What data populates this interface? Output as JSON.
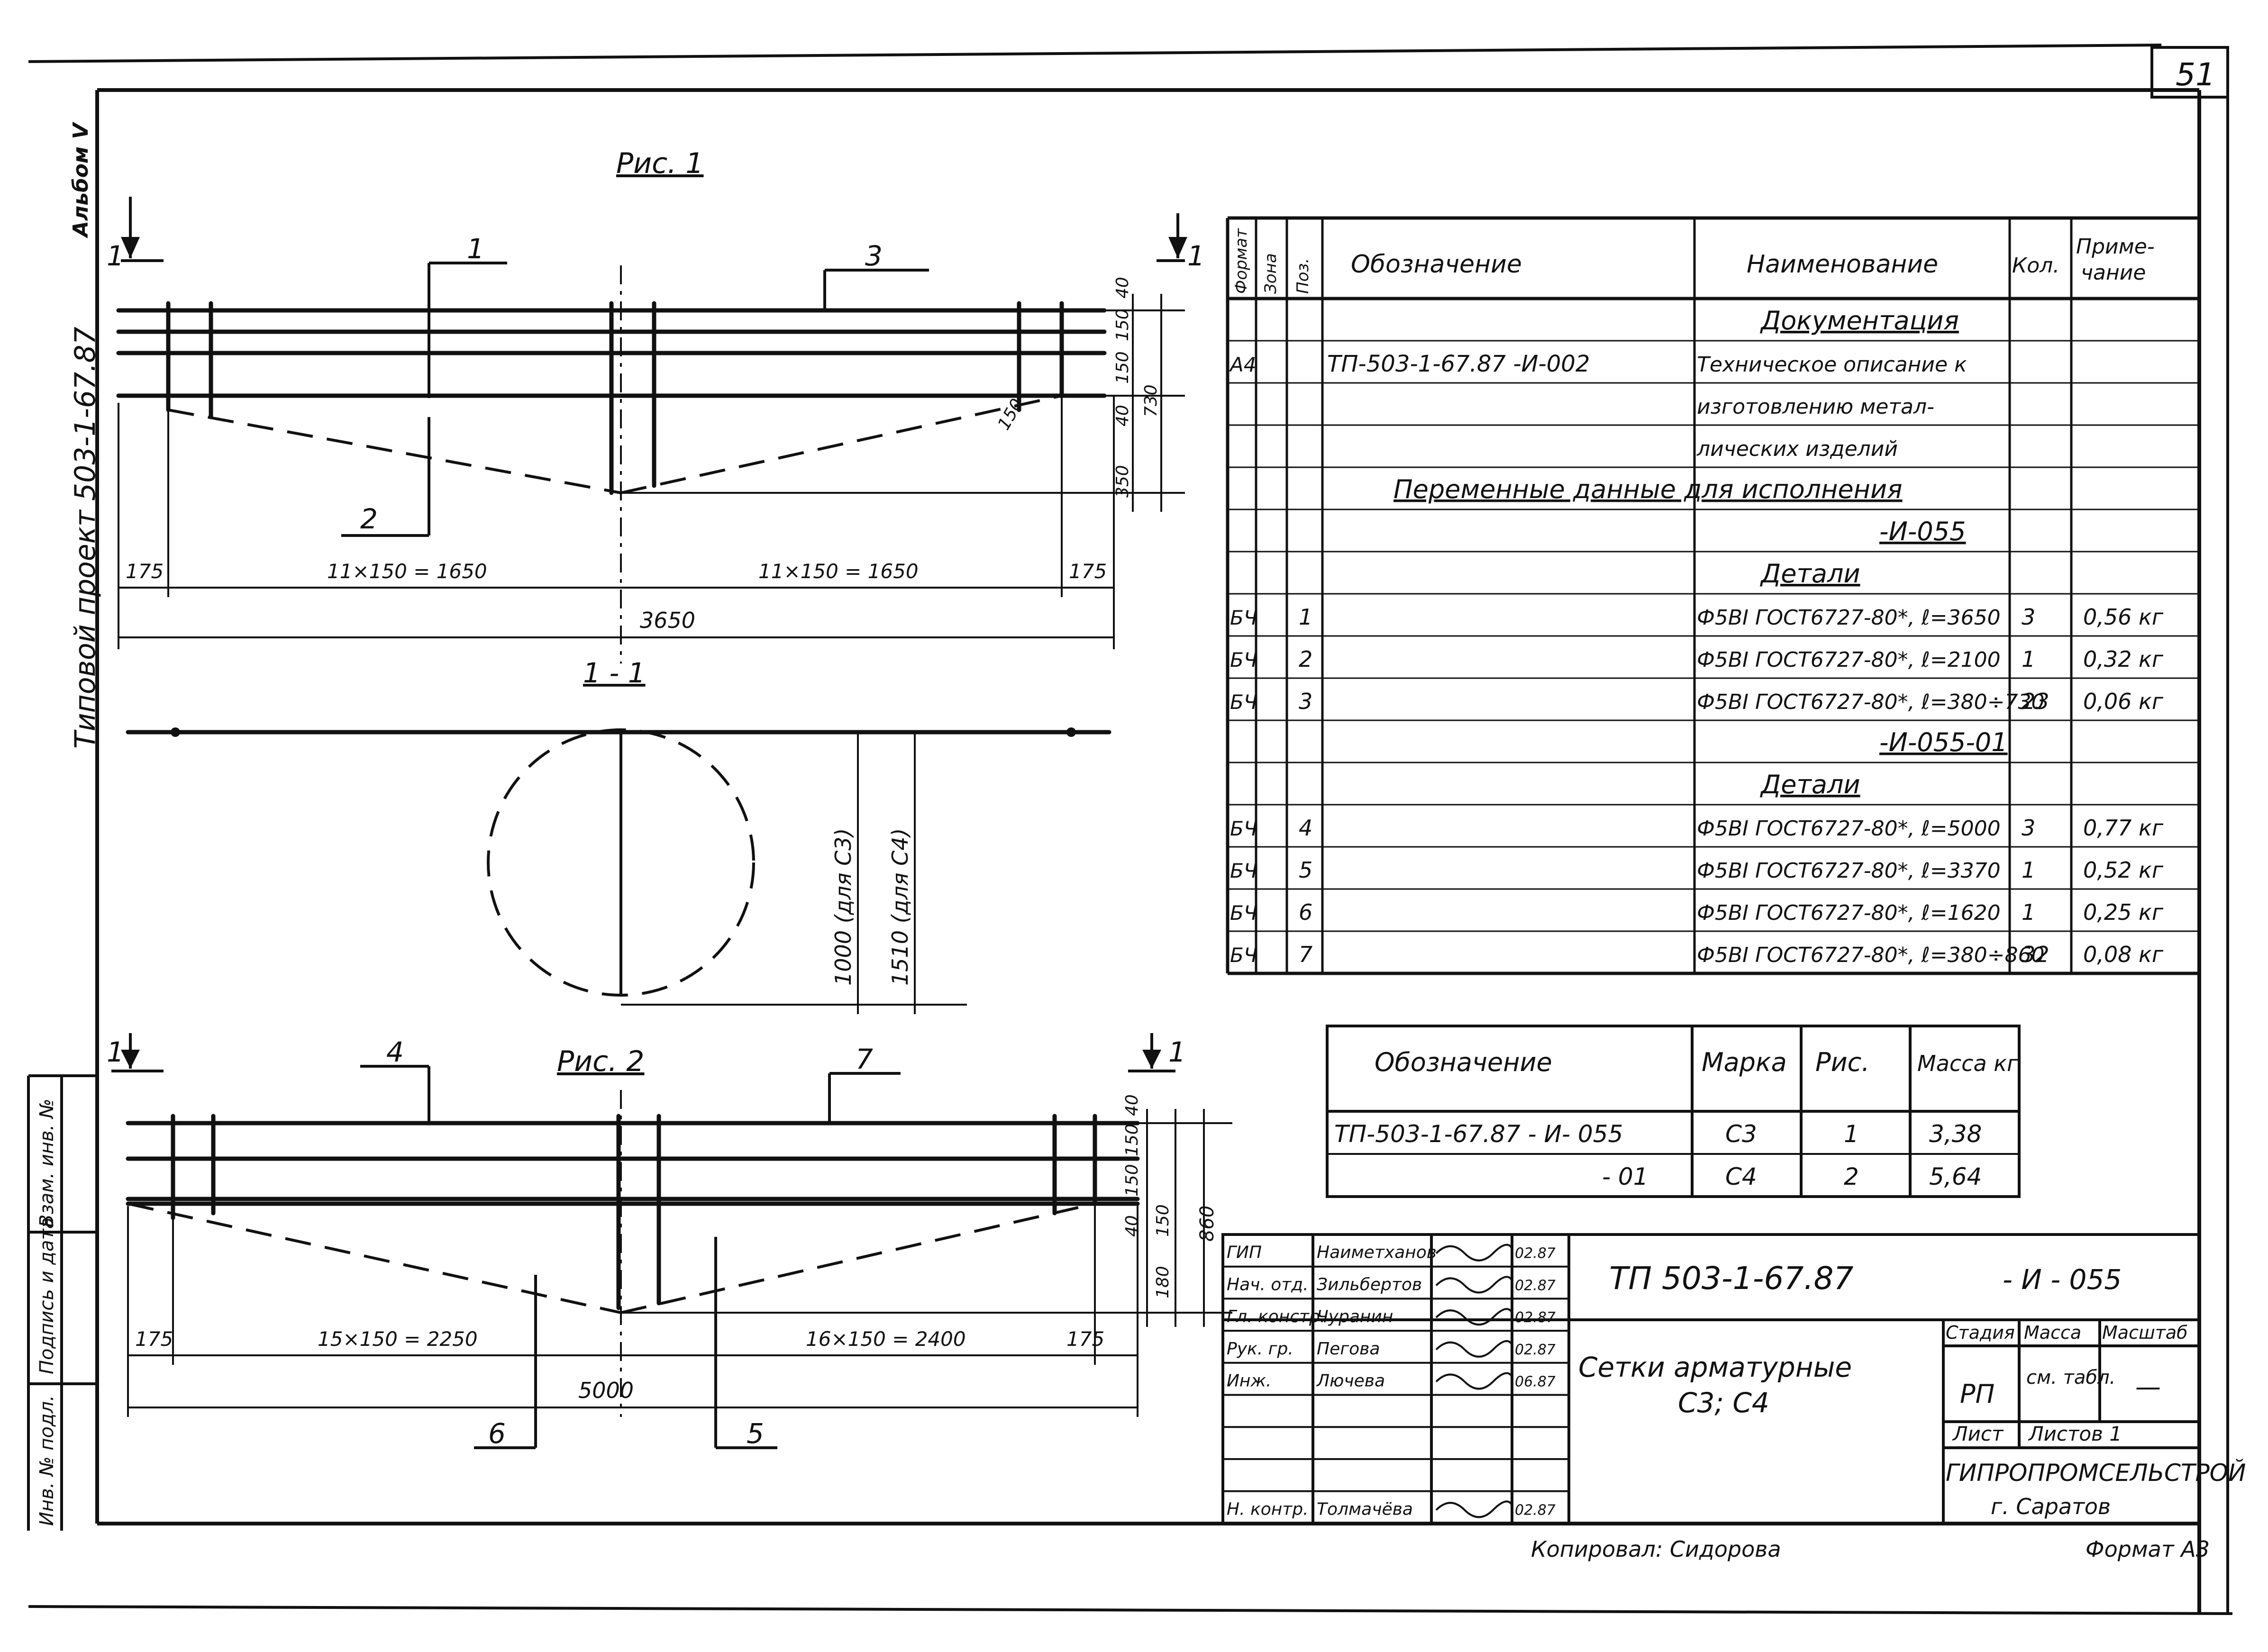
{
  "sheet": {
    "page_number": "51",
    "album": "Альбом V",
    "side_project": "Типовой проект 503-1-67.87",
    "stamp_left": [
      "Инв. № подл.",
      "Подпись и дата",
      "Взам. инв. №"
    ],
    "copied": "Копировал: Сидорова",
    "format": "Формат А3"
  },
  "fig1": {
    "title": "Рис. 1",
    "section_marks": [
      "1",
      "1"
    ],
    "pos_labels": [
      "1",
      "2",
      "3"
    ],
    "dims": {
      "left_edge": "175",
      "left_span": "11×150 = 1650",
      "right_span": "11×150 = 1650",
      "right_edge": "175",
      "total": "3650",
      "v1": "40",
      "v2": "150",
      "v3": "150",
      "v4": "40",
      "v5": "350",
      "v_total": "730",
      "v_slope": "150"
    }
  },
  "section": {
    "title": "1 - 1",
    "dim1": "1000 (для С3)",
    "dim2": "1510 (для С4)"
  },
  "fig2": {
    "title": "Рис. 2",
    "section_marks": [
      "1",
      "1"
    ],
    "pos_labels": [
      "4",
      "7",
      "6",
      "5"
    ],
    "dims": {
      "left_edge": "175",
      "left_span": "15×150 = 2250",
      "right_span": "16×150 = 2400",
      "right_edge": "175",
      "total": "5000",
      "v1": "40",
      "v2": "150",
      "v3": "150",
      "v4": "40",
      "v5": "150",
      "v6": "180",
      "v_total": "860"
    }
  },
  "spec_table": {
    "headers": [
      "Формат",
      "Зона",
      "Поз.",
      "Обозначение",
      "Наименование",
      "Кол.",
      "Приме-чание"
    ],
    "rows": [
      {
        "f": "",
        "z": "",
        "p": "",
        "o": "",
        "n": "Документация",
        "k": "",
        "m": ""
      },
      {
        "f": "А4",
        "z": "",
        "p": "",
        "o": "ТП-503-1-67.87   -И-002",
        "n": "Техническое описание к",
        "k": "",
        "m": ""
      },
      {
        "f": "",
        "z": "",
        "p": "",
        "o": "",
        "n": "изготовлению метал-",
        "k": "",
        "m": ""
      },
      {
        "f": "",
        "z": "",
        "p": "",
        "o": "",
        "n": "лических изделий",
        "k": "",
        "m": ""
      },
      {
        "f": "",
        "z": "",
        "p": "",
        "o": "Переменные данные для исполнения",
        "n": "",
        "k": "",
        "m": ""
      },
      {
        "f": "",
        "z": "",
        "p": "",
        "o": "",
        "n": "-И-055",
        "k": "",
        "m": ""
      },
      {
        "f": "",
        "z": "",
        "p": "",
        "o": "",
        "n": "Детали",
        "k": "",
        "m": ""
      },
      {
        "f": "БЧ",
        "z": "",
        "p": "1",
        "o": "",
        "n": "Ф5ВI ГОСТ6727-80*, ℓ=3650",
        "k": "3",
        "m": "0,56 кг"
      },
      {
        "f": "БЧ",
        "z": "",
        "p": "2",
        "o": "",
        "n": "Ф5ВI ГОСТ6727-80*, ℓ=2100",
        "k": "1",
        "m": "0,32 кг"
      },
      {
        "f": "БЧ",
        "z": "",
        "p": "3",
        "o": "",
        "n": "Ф5ВI ГОСТ6727-80*, ℓ=380÷730",
        "k": "23",
        "m": "0,06 кг"
      },
      {
        "f": "",
        "z": "",
        "p": "",
        "o": "",
        "n": "-И-055-01",
        "k": "",
        "m": ""
      },
      {
        "f": "",
        "z": "",
        "p": "",
        "o": "",
        "n": "Детали",
        "k": "",
        "m": ""
      },
      {
        "f": "БЧ",
        "z": "",
        "p": "4",
        "o": "",
        "n": "Ф5ВI ГОСТ6727-80*, ℓ=5000",
        "k": "3",
        "m": "0,77 кг"
      },
      {
        "f": "БЧ",
        "z": "",
        "p": "5",
        "o": "",
        "n": "Ф5ВI ГОСТ6727-80*, ℓ=3370",
        "k": "1",
        "m": "0,52 кг"
      },
      {
        "f": "БЧ",
        "z": "",
        "p": "6",
        "o": "",
        "n": "Ф5ВI ГОСТ6727-80*, ℓ=1620",
        "k": "1",
        "m": "0,25 кг"
      },
      {
        "f": "БЧ",
        "z": "",
        "p": "7",
        "o": "",
        "n": "Ф5ВI ГОСТ6727-80*, ℓ=380÷860",
        "k": "32",
        "m": "0,08 кг"
      }
    ]
  },
  "mark_table": {
    "headers": [
      "Обозначение",
      "Марка",
      "Рис.",
      "Масса кг"
    ],
    "rows": [
      {
        "o": "ТП-503-1-67.87 - И- 055",
        "mark": "С3",
        "fig": "1",
        "mass": "3,38"
      },
      {
        "o": "- 01",
        "mark": "С4",
        "fig": "2",
        "mass": "5,64"
      }
    ]
  },
  "title_block": {
    "code": "ТП 503-1-67.87",
    "suffix": "- И - 055",
    "name_line1": "Сетки арматурные",
    "name_line2": "С3; С4",
    "stage_h": "Стадия",
    "mass_h": "Масса",
    "scale_h": "Масштаб",
    "stage": "РП",
    "mass": "см. табл.",
    "scale": "—",
    "sheet_h": "Лист",
    "sheets_h": "Листов 1",
    "org": "ГИПРОПРОМСЕЛЬСТРОЙ",
    "city": "г. Саратов",
    "people": [
      {
        "role": "ГИП",
        "name": "Наиметханов",
        "date": "02.87"
      },
      {
        "role": "Нач. отд.",
        "name": "Зильбертов",
        "date": "02.87"
      },
      {
        "role": "Гл. констр.",
        "name": "Чуранин",
        "date": "02.87"
      },
      {
        "role": "Рук. гр.",
        "name": "Пегова",
        "date": "02.87"
      },
      {
        "role": "Инж.",
        "name": "Лючева",
        "date": "06.87"
      },
      {
        "role": "",
        "name": "",
        "date": ""
      },
      {
        "role": "",
        "name": "",
        "date": ""
      },
      {
        "role": "",
        "name": "",
        "date": ""
      },
      {
        "role": "Н. контр.",
        "name": "Толмачёва",
        "date": "02.87"
      }
    ]
  }
}
